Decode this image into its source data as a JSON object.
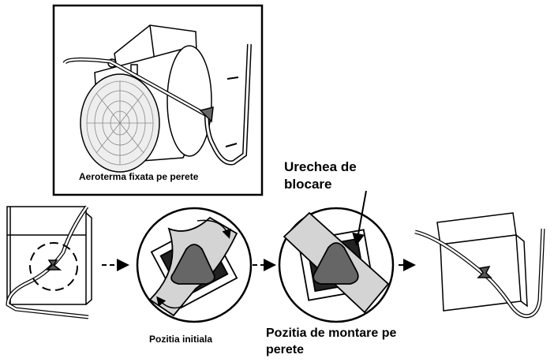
{
  "labels": {
    "heater_mounted": "Aeroterma fixata pe perete",
    "locking_ear_line1": "Urechea de",
    "locking_ear_line2": "blocare",
    "initial_position": "Pozitia initiala",
    "wall_position_line1": "Pozitia de montare pe",
    "wall_position_line2": "perete"
  },
  "colors": {
    "line": "#000000",
    "knob": "#666666",
    "band": "#d4d4d4",
    "grille": "#eeeeee"
  },
  "icons": [
    "wall-mounted-heater-icon",
    "locking-knob-icon",
    "arrow-right-icon",
    "wall-bracket-icon"
  ]
}
